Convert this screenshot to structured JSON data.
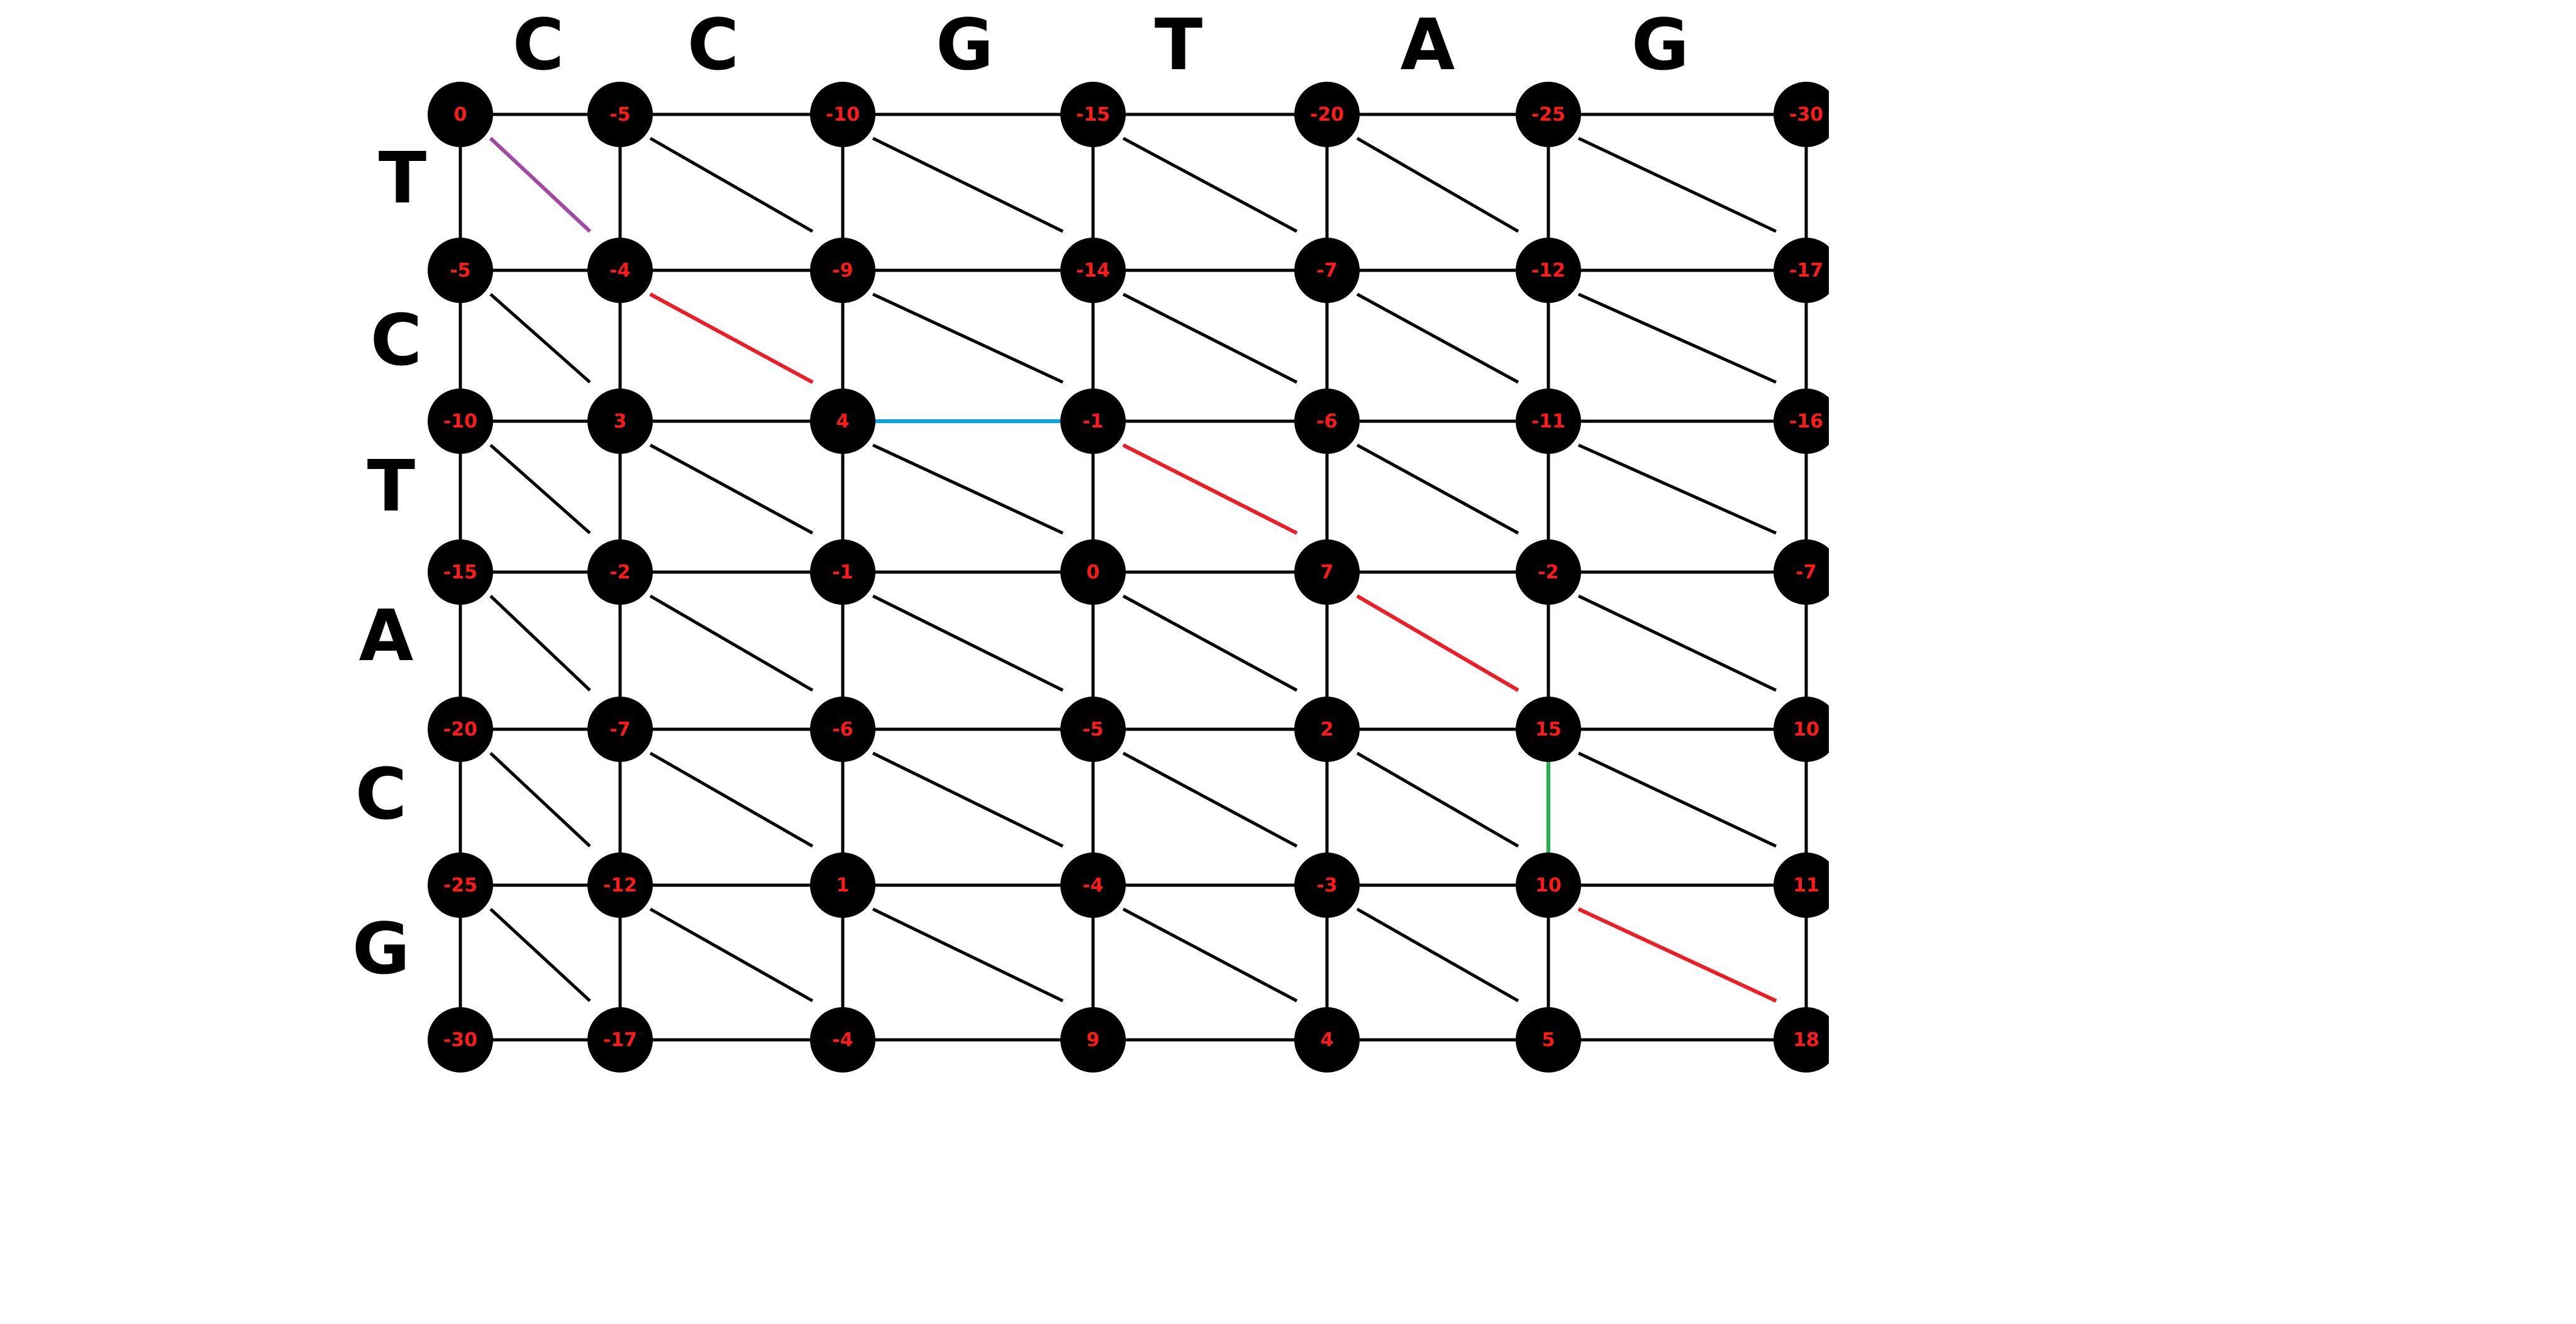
{
  "top_sequence": [
    "C",
    "C",
    "G",
    "T",
    "A",
    "G"
  ],
  "side_sequence": [
    "T",
    "C",
    "T",
    "A",
    "C",
    "G"
  ],
  "scores": [
    [
      "0",
      "-5",
      "-10",
      "-15",
      "-20",
      "-25",
      "-30"
    ],
    [
      "-5",
      "-4",
      "-9",
      "-14",
      "-7",
      "-12",
      "-17"
    ],
    [
      "-10",
      "3",
      "4",
      "-1",
      "-6",
      "-11",
      "-16"
    ],
    [
      "-15",
      "-2",
      "-1",
      "0",
      "7",
      "-2",
      "-7"
    ],
    [
      "-20",
      "-7",
      "-6",
      "-5",
      "2",
      "15",
      "10"
    ],
    [
      "-25",
      "-12",
      "1",
      "-4",
      "-3",
      "10",
      "11"
    ],
    [
      "-30",
      "-17",
      "-4",
      "9",
      "4",
      "5",
      "18"
    ]
  ],
  "colors": {
    "node_fill": "#000000",
    "node_text": "#ff1a1a",
    "edge": "#000000",
    "path_red": "#ee1c24",
    "path_blue": "#00a2e8",
    "path_green": "#22b14c",
    "path_purple": "#a349a4"
  }
}
